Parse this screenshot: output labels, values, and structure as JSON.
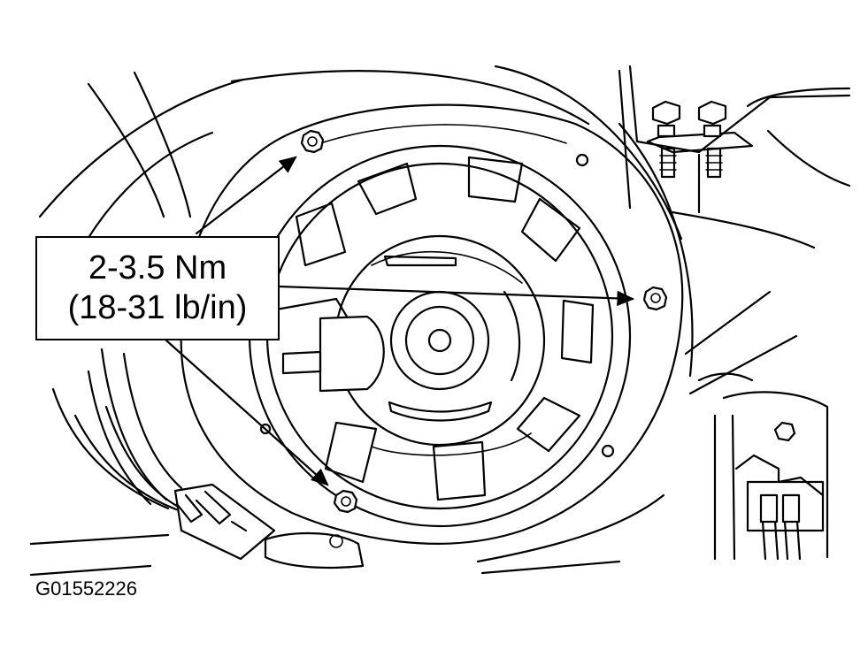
{
  "callout": {
    "torque_nm": "2-3.5 Nm",
    "torque_lbin": "(18-31 lb/in)"
  },
  "figure_id": "G01552226"
}
